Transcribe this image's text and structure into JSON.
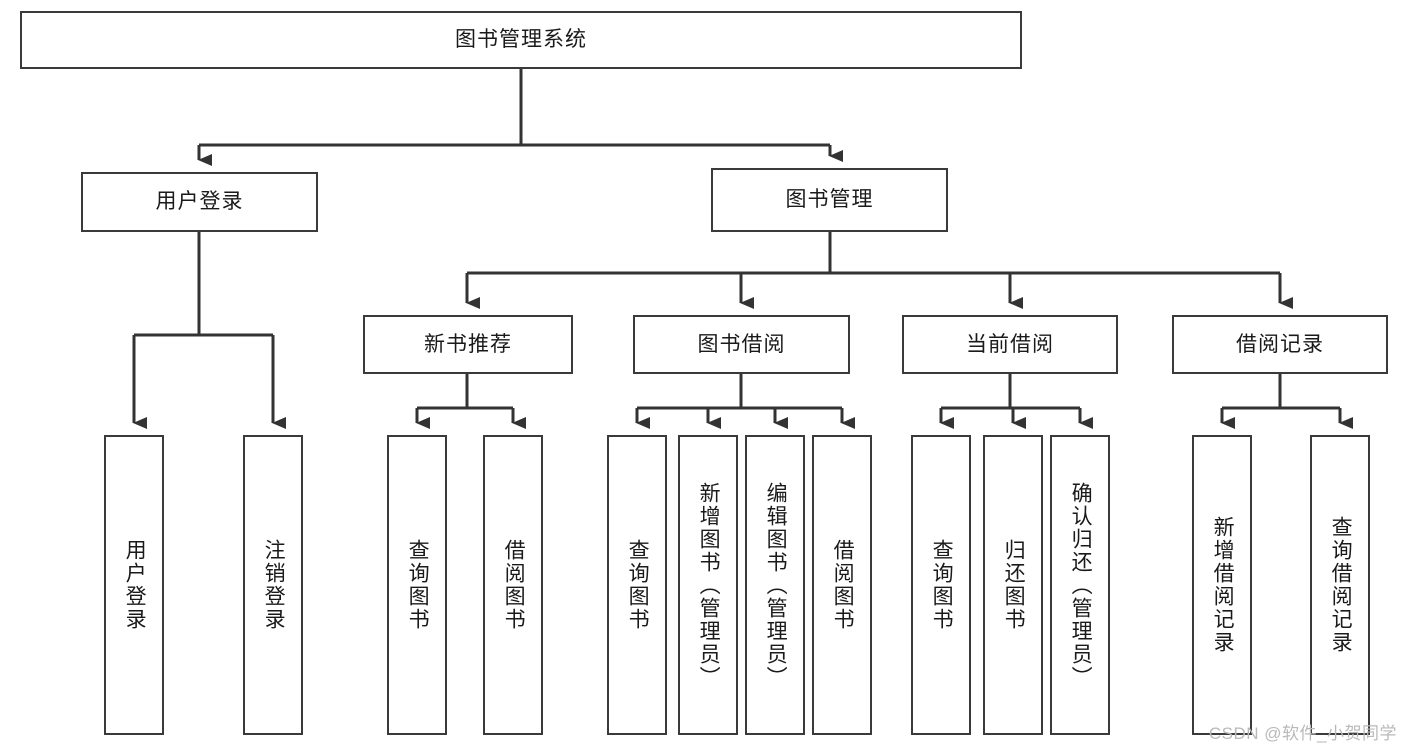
{
  "diagram": {
    "title": "图书管理系统",
    "type": "tree-hierarchy",
    "colors": {
      "box_border": "#3a3a3a",
      "box_fill": "#ffffff",
      "connector": "#333333",
      "text": "#1a1a1a",
      "watermark": "#b9b9b9"
    },
    "root": {
      "label": "图书管理系统"
    },
    "level1": [
      {
        "label": "用户登录"
      },
      {
        "label": "图书管理"
      }
    ],
    "level2": [
      {
        "label": "新书推荐"
      },
      {
        "label": "图书借阅"
      },
      {
        "label": "当前借阅"
      },
      {
        "label": "借阅记录"
      }
    ],
    "leaves": {
      "user_login": [
        {
          "label": "用户登录"
        },
        {
          "label": "注销登录"
        }
      ],
      "new_book_recommend": [
        {
          "label": "查询图书"
        },
        {
          "label": "借阅图书"
        }
      ],
      "book_borrow": [
        {
          "label": "查询图书"
        },
        {
          "label": "新增图书（管理员）"
        },
        {
          "label": "编辑图书（管理员）"
        },
        {
          "label": "借阅图书"
        }
      ],
      "current_borrow": [
        {
          "label": "查询图书"
        },
        {
          "label": "归还图书"
        },
        {
          "label": "确认归还（管理员）"
        }
      ],
      "borrow_records": [
        {
          "label": "新增借阅记录"
        },
        {
          "label": "查询借阅记录"
        }
      ]
    }
  },
  "watermark": {
    "text": "CSDN @软件_小贺同学"
  }
}
